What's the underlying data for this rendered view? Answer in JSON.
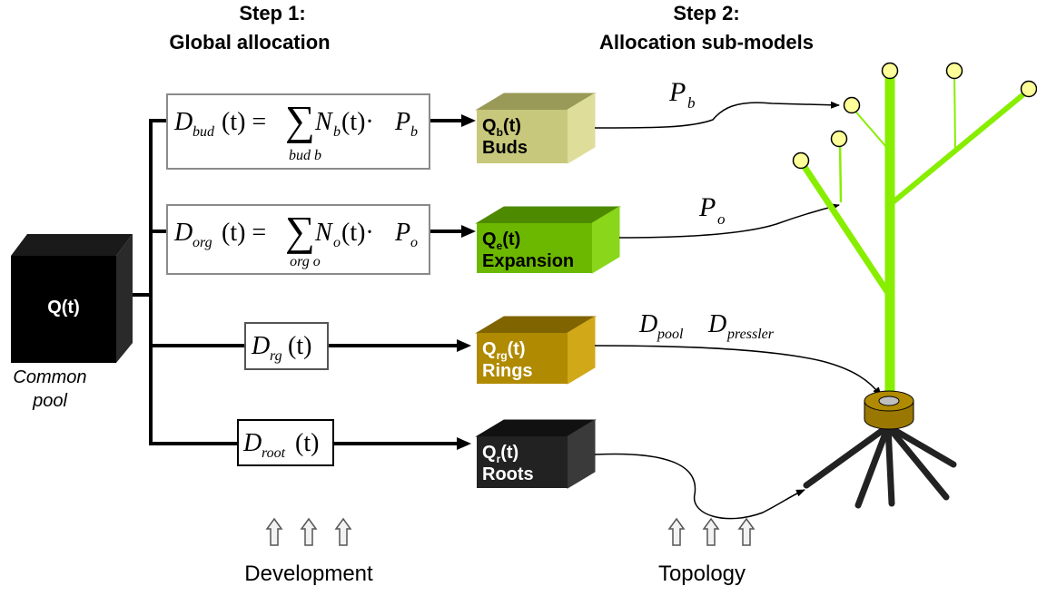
{
  "headers": {
    "step1_line1": "Step 1:",
    "step1_line2": "Global allocation",
    "step2_line1": "Step 2:",
    "step2_line2": "Allocation sub-models"
  },
  "pool": {
    "label": "Q(t)",
    "caption_line1": "Common",
    "caption_line2": "pool"
  },
  "equations": {
    "bud": {
      "lhs": "D",
      "lhs_sub": "bud",
      "arg": "(t) =",
      "n": "N",
      "n_sub": "b",
      "mid": "(t)·",
      "p": "P",
      "p_sub": "b",
      "sum_under": "bud  b"
    },
    "org": {
      "lhs": "D",
      "lhs_sub": "org",
      "arg": "(t) =",
      "n": "N",
      "n_sub": "o",
      "mid": "(t)·",
      "p": "P",
      "p_sub": "o",
      "sum_under": "org  o"
    },
    "rg": {
      "sym": "D",
      "sub": "rg",
      "arg": "(t)"
    },
    "root": {
      "sym": "D",
      "sub": "root",
      "arg": "(t)"
    }
  },
  "submodels": [
    {
      "q": "Q",
      "sub": "b",
      "arg": "(t)",
      "name": "Buds",
      "front": "#c8c87c",
      "top": "#9a9a58",
      "side": "#dede9a",
      "text": "#000000"
    },
    {
      "q": "Q",
      "sub": "e",
      "arg": "(t)",
      "name": "Expansion",
      "front": "#6cb800",
      "top": "#4e8a00",
      "side": "#8ad61a",
      "text": "#000000"
    },
    {
      "q": "Q",
      "sub": "rg",
      "arg": "(t)",
      "name": "Rings",
      "front": "#b08a00",
      "top": "#806400",
      "side": "#d0a818",
      "text": "#ffffff"
    },
    {
      "q": "Q",
      "sub": "r",
      "arg": "(t)",
      "name": "Roots",
      "front": "#222222",
      "top": "#111111",
      "side": "#3a3a3a",
      "text": "#ffffff"
    }
  ],
  "curve_labels": {
    "pb": {
      "sym": "P",
      "sub": "b"
    },
    "po": {
      "sym": "P",
      "sub": "o"
    },
    "dpool": {
      "sym": "D",
      "sub": "pool"
    },
    "dpressler": {
      "sym": "D",
      "sub": "pressler"
    }
  },
  "footer": {
    "development": "Development",
    "topology": "Topology"
  },
  "colors": {
    "tree": "#88ee00",
    "node": "#ffff99",
    "ring": "#b08a00",
    "root": "#222222"
  }
}
